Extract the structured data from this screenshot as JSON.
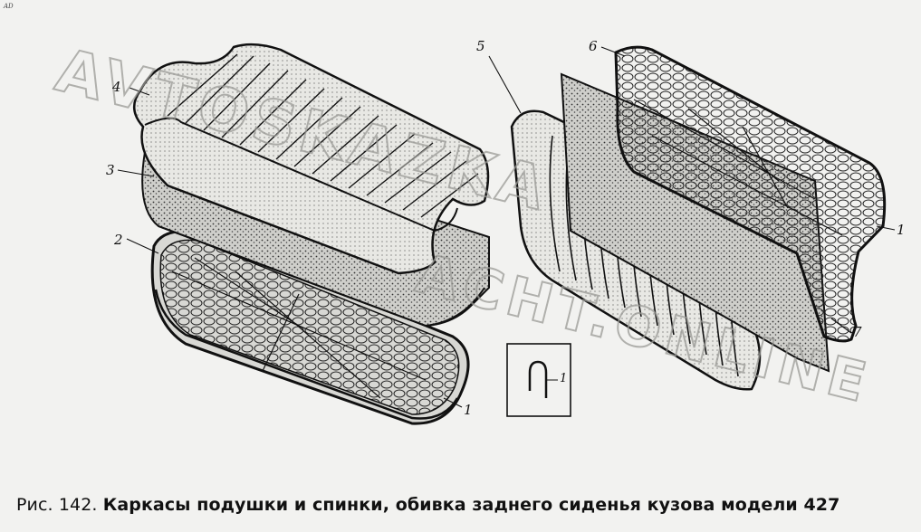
{
  "figure": {
    "corner_mark": "AD",
    "caption_prefix": "Рис. 142.",
    "caption_title": "Каркасы подушки и спинки, обивка заднего сиденья кузова модели 427",
    "watermark_line1": "AVTOSKAZKA",
    "watermark_line2": "ACHT.ONLINE"
  },
  "callouts": {
    "c1_left": "1",
    "c1_right": "1",
    "c2": "2",
    "c3": "3",
    "c4": "4",
    "c5": "5",
    "c6": "6",
    "c7": "7",
    "inset_label": "1"
  }
}
